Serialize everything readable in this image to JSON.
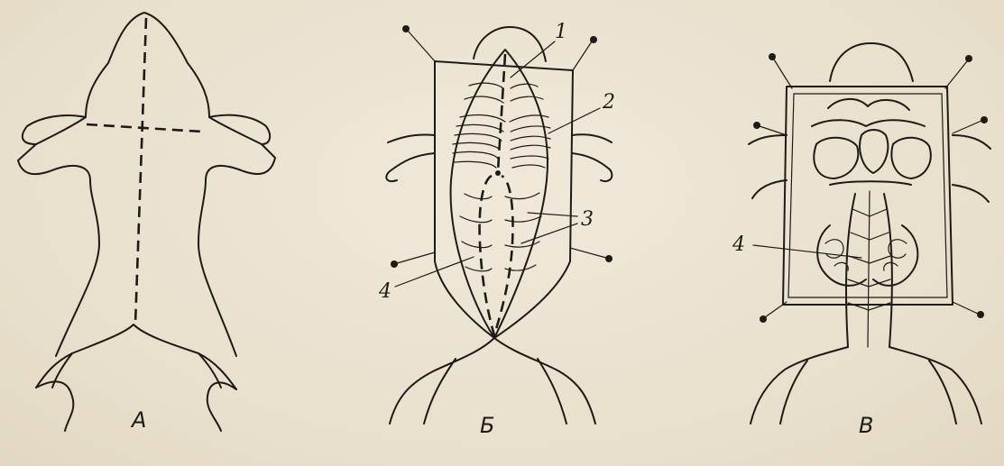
{
  "panels": [
    {
      "caption": "А"
    },
    {
      "caption": "Б",
      "labels": [
        "1",
        "2",
        "3",
        "4"
      ]
    },
    {
      "caption": "В",
      "labels": [
        "4"
      ]
    }
  ],
  "colors": {
    "paper": "#ece4d4",
    "ink": "#1e1a16"
  }
}
